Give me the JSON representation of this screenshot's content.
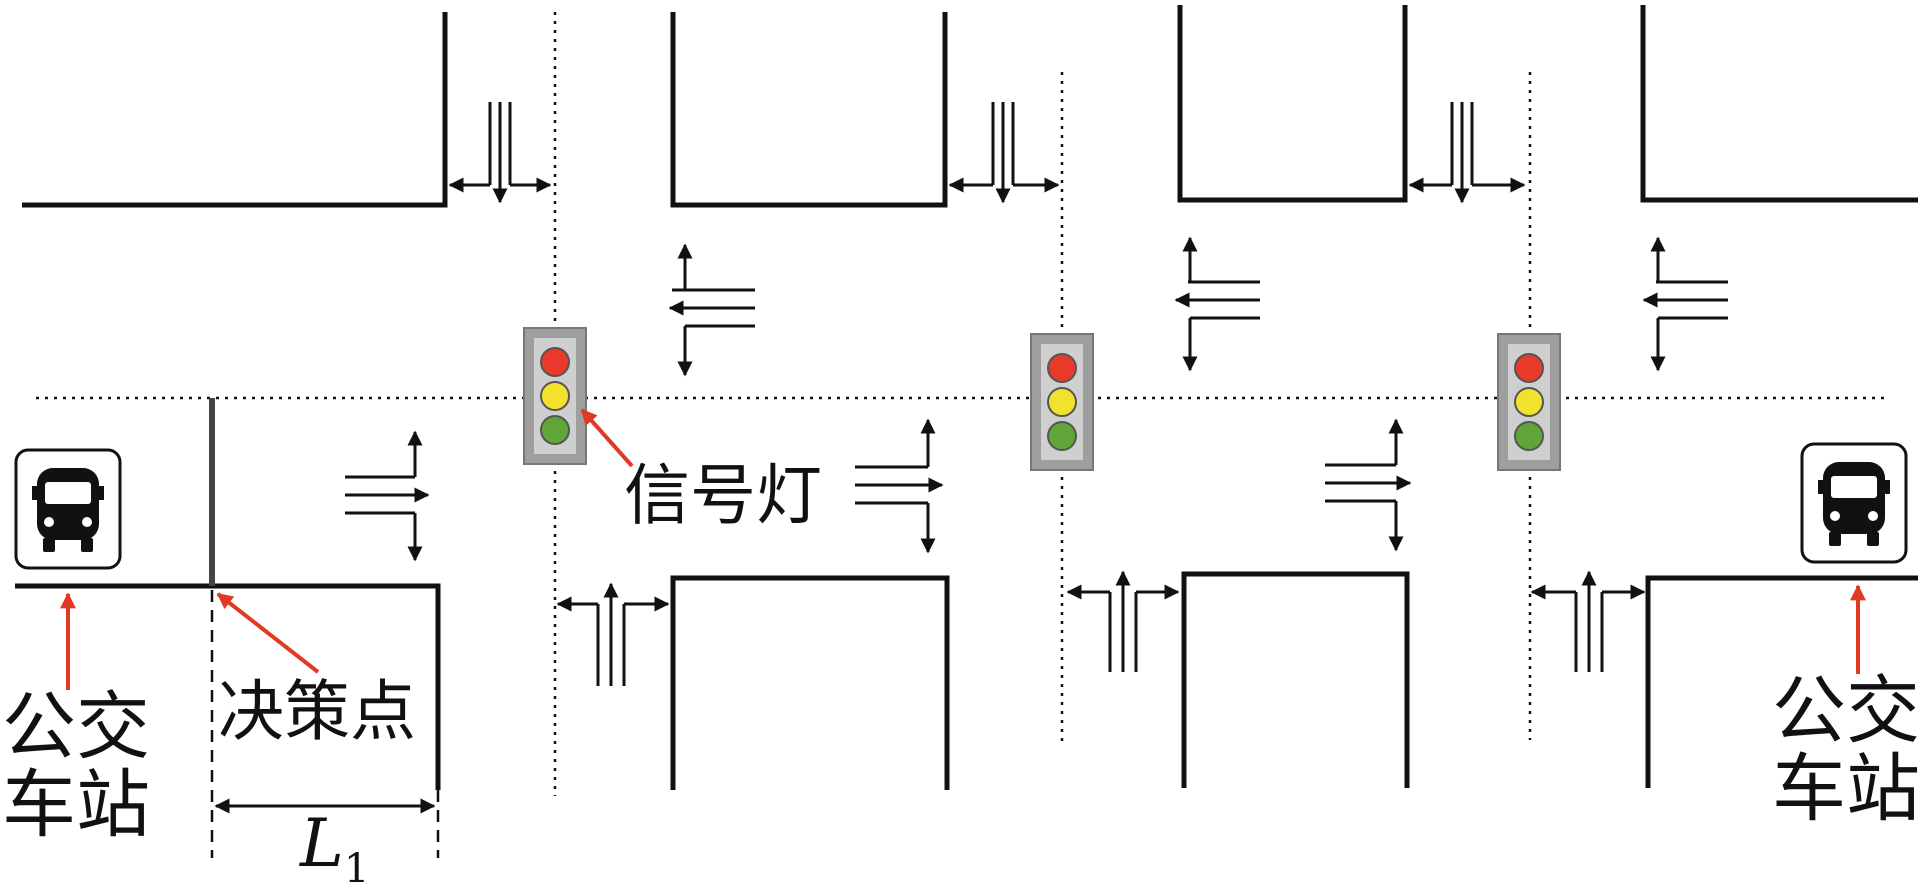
{
  "labels": {
    "signal_light": "信号灯",
    "bus_stop_left_line1": "公交",
    "bus_stop_left_line2": "车站",
    "bus_stop_right_line1": "公交",
    "bus_stop_right_line2": "车站",
    "decision_point": "决策点",
    "distance_symbol": "L",
    "distance_subscript": "1"
  },
  "colors": {
    "road": "#111111",
    "callout_arrow": "#e03a25",
    "light_red": "#e8392a",
    "light_yellow": "#f2e22e",
    "light_green": "#5fa636",
    "signal_housing": "#9e9e9e",
    "signal_panel": "#cfcfcf"
  },
  "icons": {
    "bus_stop": "bus-icon",
    "signal": "traffic-light-icon"
  }
}
